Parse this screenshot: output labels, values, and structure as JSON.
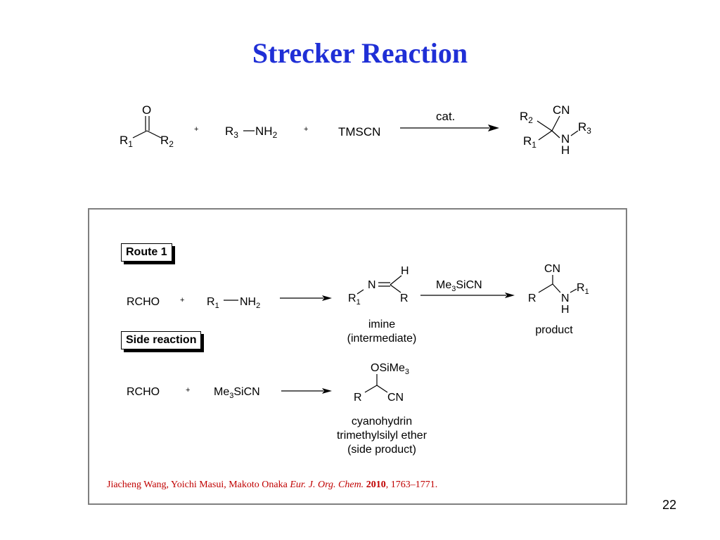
{
  "slide": {
    "title": "Strecker Reaction",
    "page_number": "22"
  },
  "general_reaction": {
    "ketone": {
      "O": "O",
      "R1": "R",
      "R1_sub": "1",
      "R2": "R",
      "R2_sub": "2"
    },
    "plus1": "+",
    "amine": {
      "R": "R",
      "R_sub": "3",
      "NH": "NH",
      "NH_sub": "2"
    },
    "plus2": "+",
    "cyanide": "TMSCN",
    "catalyst": "cat.",
    "product": {
      "CN": "CN",
      "R2": "R",
      "R2_sub": "2",
      "R1": "R",
      "R1_sub": "1",
      "N": "N",
      "H": "H",
      "R3": "R",
      "R3_sub": "3"
    }
  },
  "route1": {
    "label": "Route 1",
    "aldehyde": "RCHO",
    "plus": "+",
    "amine": {
      "R": "R",
      "R_sub": "1",
      "NH": "NH",
      "NH_sub": "2"
    },
    "imine": {
      "N": "N",
      "H": "H",
      "R1": "R",
      "R1_sub": "1",
      "R": "R",
      "caption1": "imine",
      "caption2": "(intermediate)"
    },
    "reagent": {
      "Me": "Me",
      "Me_sub": "3",
      "SiCN": "SiCN"
    },
    "product": {
      "CN": "CN",
      "R": "R",
      "N": "N",
      "H": "H",
      "R1": "R",
      "R1_sub": "1",
      "caption": "product"
    }
  },
  "side_reaction": {
    "label": "Side reaction",
    "aldehyde": "RCHO",
    "plus": "+",
    "reagent": {
      "Me": "Me",
      "Me_sub": "3",
      "SiCN": "SiCN"
    },
    "product": {
      "OSiMe": "OSiMe",
      "OSiMe_sub": "3",
      "R": "R",
      "CN": "CN",
      "caption1": "cyanohydrin",
      "caption2": "trimethylsilyl ether",
      "caption3": "(side product)"
    }
  },
  "citation": {
    "authors": "Jiacheng Wang, Yoichi Masui, Makoto Onaka ",
    "journal": "Eur. J. Org. Chem.",
    "year": "2010",
    "pages": ", 1763–1771."
  },
  "colors": {
    "title": "#1f2fd6",
    "citation": "#c00000",
    "panel_border": "#7f7f7f"
  }
}
